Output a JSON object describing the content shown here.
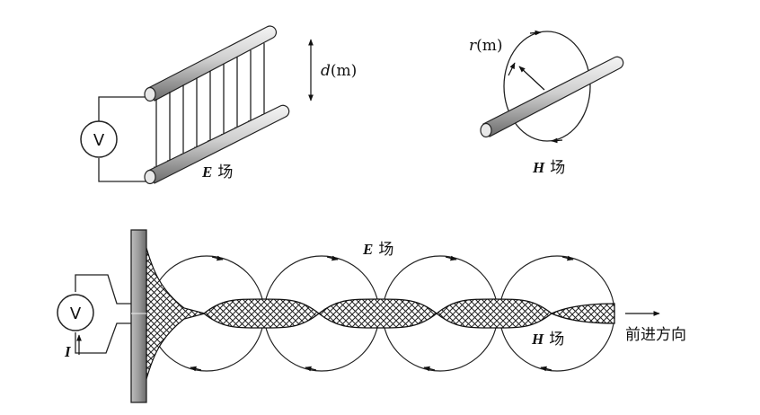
{
  "top_left": {
    "source_symbol": "V",
    "spacing_label_var": "d",
    "spacing_label_unit": "(m)",
    "field_label_var": "E",
    "field_label_text": "场"
  },
  "top_right": {
    "radius_label_var": "r",
    "radius_label_unit": "(m)",
    "field_label_var": "H",
    "field_label_text": "场"
  },
  "bottom": {
    "source_symbol": "V",
    "current_symbol": "I",
    "e_field_var": "E",
    "e_field_text": "场",
    "h_field_var": "H",
    "h_field_text": "场",
    "direction_label": "前进方向"
  }
}
